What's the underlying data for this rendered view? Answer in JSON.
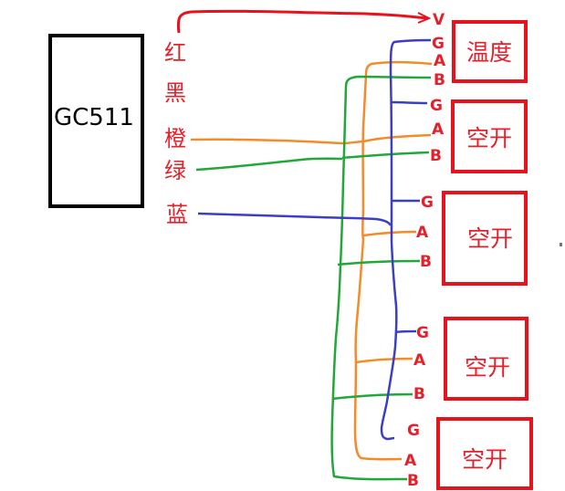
{
  "controller": {
    "label": "GC511"
  },
  "wire_labels": {
    "red": "红",
    "black": "黑",
    "orange": "橙",
    "green": "绿",
    "blue": "蓝"
  },
  "power_pin": "V",
  "devices": [
    {
      "label": "温度",
      "pins": [
        "G",
        "A",
        "B"
      ]
    },
    {
      "label": "空开",
      "pins": [
        "G",
        "A",
        "B"
      ]
    },
    {
      "label": "空开",
      "pins": [
        "G",
        "A",
        "B"
      ]
    },
    {
      "label": "空开",
      "pins": [
        "G",
        "A",
        "B"
      ]
    },
    {
      "label": "空开",
      "pins": [
        "G",
        "A",
        "B"
      ]
    }
  ],
  "colors": {
    "red": "#e8121c",
    "label_red": "#e5202a",
    "orange": "#f58a2a",
    "green": "#22a83a",
    "blue": "#3b3fc4",
    "box": "#e8121c",
    "controller_border": "#000000"
  }
}
